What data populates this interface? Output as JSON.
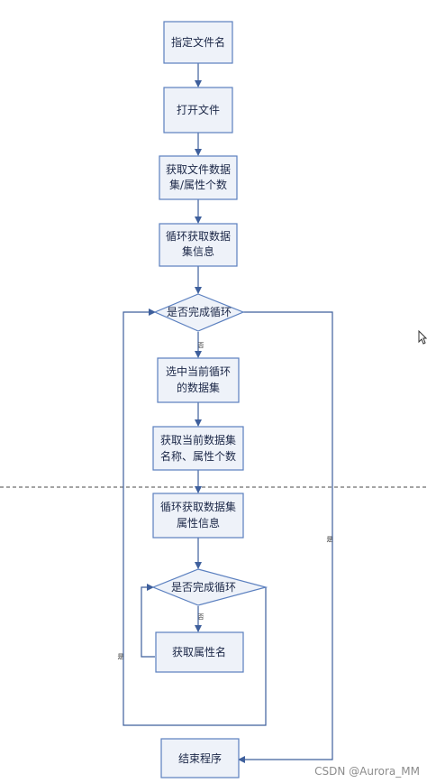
{
  "nodes": {
    "n1": "指定文件名",
    "n2": "打开文件",
    "n3": [
      "获取文件数据",
      "集/属性个数"
    ],
    "n4": [
      "循环获取数据",
      "集信息"
    ],
    "d1": "是否完成循环",
    "n5": [
      "选中当前循环",
      "的数据集"
    ],
    "n6": [
      "获取当前数据集",
      "名称、属性个数"
    ],
    "n7": [
      "循环获取数据集",
      "属性信息"
    ],
    "d2": "是否完成循环",
    "n8": "获取属性名",
    "n9": "结束程序"
  },
  "edge_labels": {
    "d1_no": "否",
    "d1_yes": "是",
    "d2_no": "否",
    "loop_back": "是"
  },
  "watermark": "CSDN @Aurora_MM"
}
